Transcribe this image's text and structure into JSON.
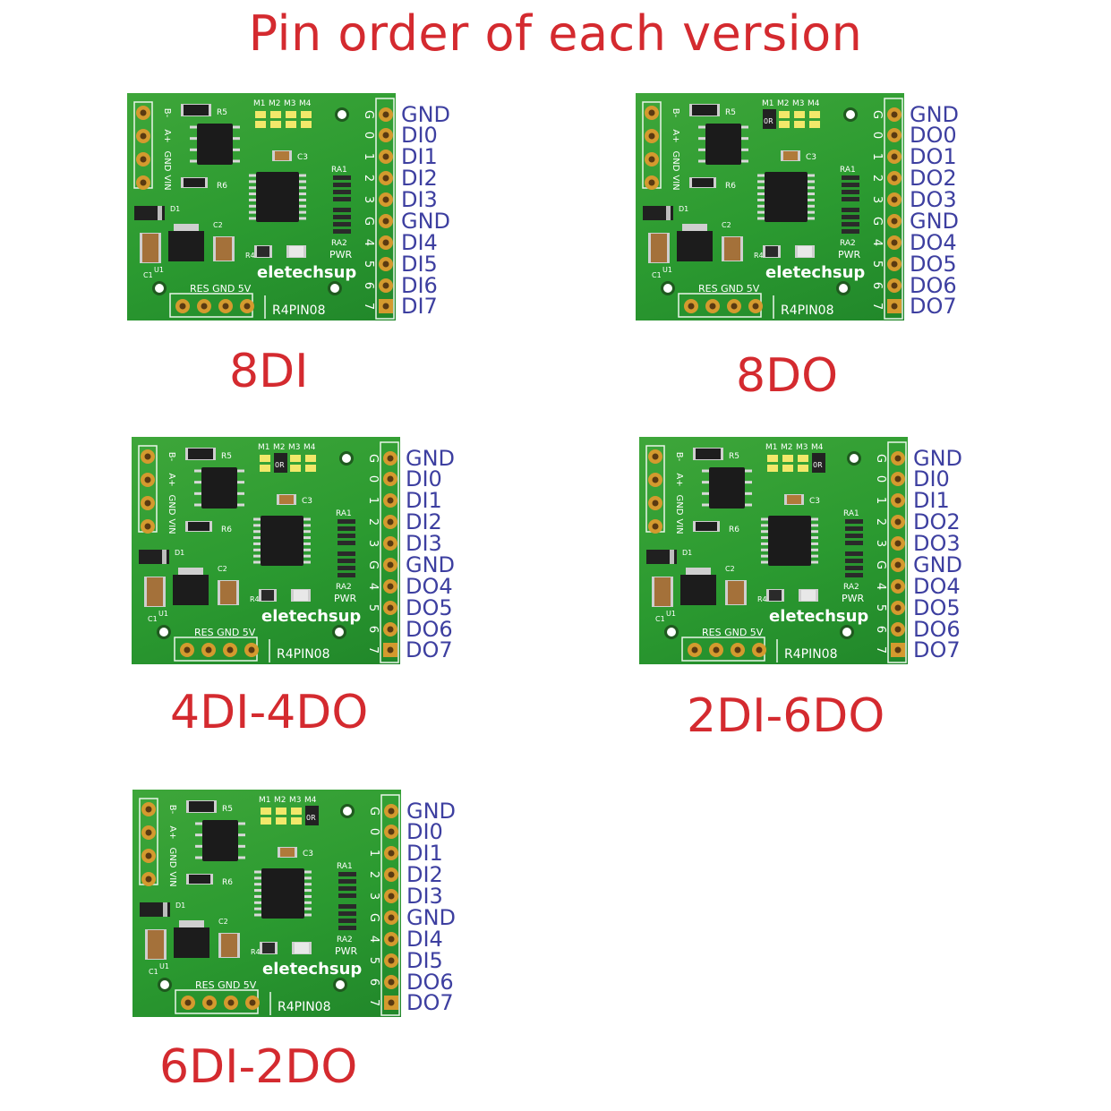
{
  "title": "Pin order of each version",
  "silkscreen": {
    "brand": "eletechsup",
    "model": "R4PIN08",
    "pwr": "PWR",
    "bottom_header": "RES GND 5V",
    "left_header": [
      "B-",
      "A+",
      "GND",
      "VIN"
    ],
    "ldr_labels": [
      "M1",
      "M2",
      "M3",
      "M4"
    ],
    "right_numbers": [
      "G",
      "0",
      "1",
      "2",
      "3",
      "G",
      "4",
      "5",
      "6",
      "7"
    ],
    "components": [
      "R5",
      "R6",
      "R4",
      "C1",
      "C2",
      "C3",
      "D1",
      "U1",
      "RA1",
      "RA2",
      "0R"
    ]
  },
  "variants": [
    {
      "label": "8DI",
      "pins": [
        "GND",
        "DI0",
        "DI1",
        "DI2",
        "DI3",
        "GND",
        "DI4",
        "DI5",
        "DI6",
        "DI7"
      ]
    },
    {
      "label": "8DO",
      "pins": [
        "GND",
        "DO0",
        "DO1",
        "DO2",
        "DO3",
        "GND",
        "DO4",
        "DO5",
        "DO6",
        "DO7"
      ]
    },
    {
      "label": "4DI-4DO",
      "pins": [
        "GND",
        "DI0",
        "DI1",
        "DI2",
        "DI3",
        "GND",
        "DO4",
        "DO5",
        "DO6",
        "DO7"
      ]
    },
    {
      "label": "2DI-6DO",
      "pins": [
        "GND",
        "DI0",
        "DI1",
        "DO2",
        "DO3",
        "GND",
        "DO4",
        "DO5",
        "DO6",
        "DO7"
      ]
    },
    {
      "label": "6DI-2DO",
      "pins": [
        "GND",
        "DI0",
        "DI1",
        "DI2",
        "DI3",
        "GND",
        "DI4",
        "DI5",
        "DO6",
        "DO7"
      ]
    }
  ],
  "colors": {
    "pcb": "#2b9a30",
    "title_red": "#d42a2f",
    "pin_blue": "#3d3fa0",
    "gold": "#d49a2e"
  }
}
